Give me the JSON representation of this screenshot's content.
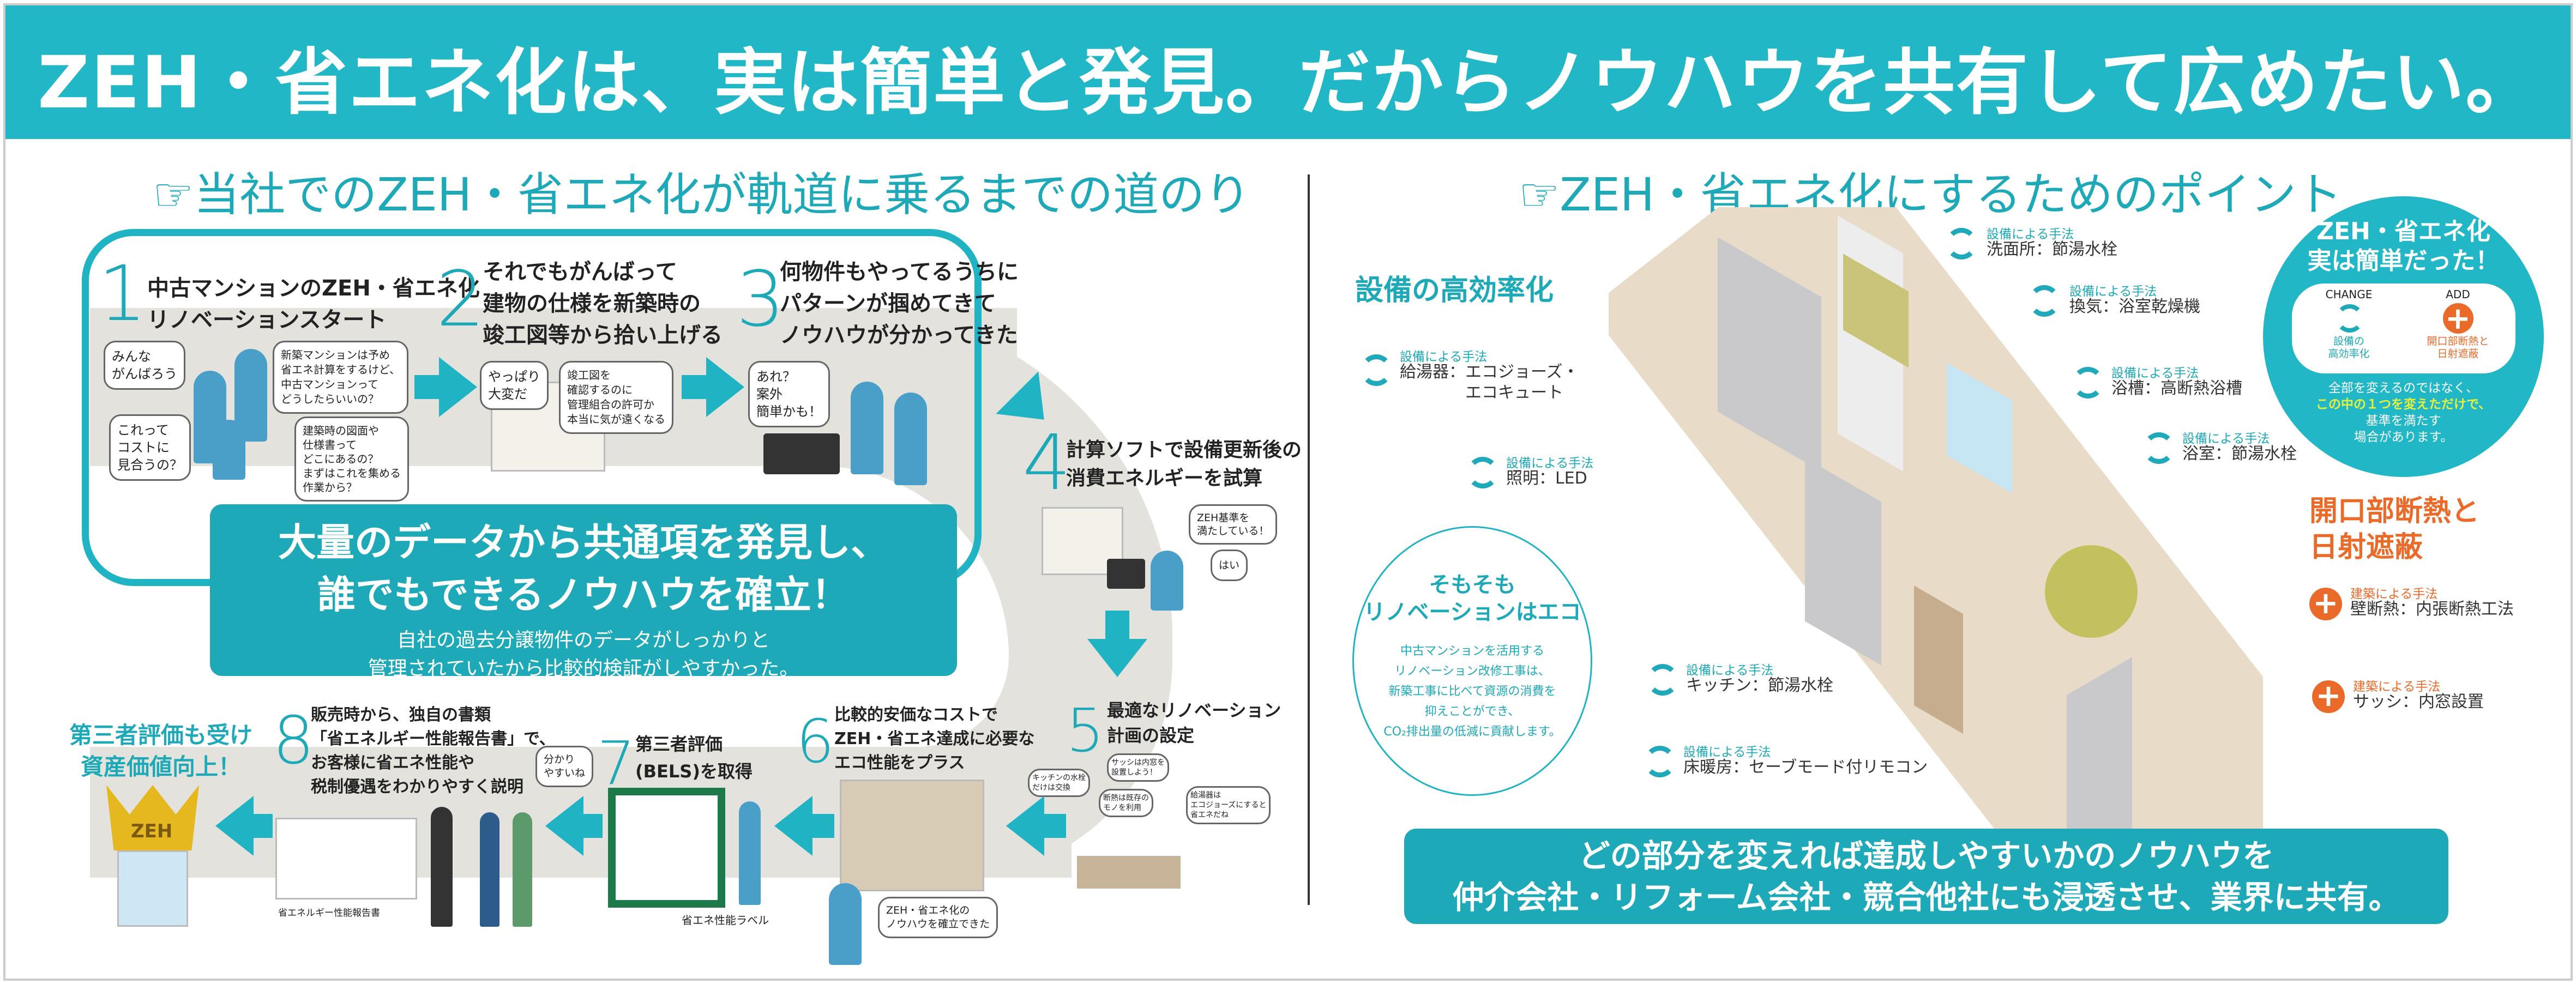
{
  "header": {
    "title": "ZEH・省エネ化は、実は簡単と発見。だからノウハウを共有して広めたい。"
  },
  "left": {
    "heading": "☞当社でのZEH・省エネ化が軌道に乗るまでの道のり",
    "steps": [
      {
        "num": "1",
        "lines": [
          "中古マンションのZEH・省エネ化",
          "リノベーションスタート"
        ]
      },
      {
        "num": "2",
        "lines": [
          "それでもがんばって",
          "建物の仕様を新築時の",
          "竣工図等から拾い上げる"
        ]
      },
      {
        "num": "3",
        "lines": [
          "何物件もやってるうちに",
          "パターンが掴めてきて",
          "ノウハウが分かってきた"
        ]
      },
      {
        "num": "4",
        "lines": [
          "計算ソフトで設備更新後の",
          "消費エネルギーを試算"
        ]
      },
      {
        "num": "5",
        "lines": [
          "最適なリノベーション",
          "計画の設定"
        ]
      },
      {
        "num": "6",
        "lines": [
          "比較的安価なコストで",
          "ZEH・省エネ達成に必要な",
          "エコ性能をプラス"
        ]
      },
      {
        "num": "7",
        "lines": [
          "第三者評価",
          "(BELS)を取得"
        ]
      },
      {
        "num": "8",
        "lines": [
          "販売時から、独自の書類",
          "「省エネルギー性能報告書」で、",
          "お客様に省エネ性能や",
          "税制優遇をわかりやすく説明"
        ]
      }
    ],
    "bubbles": {
      "s1a": [
        "みんな",
        "がんばろう"
      ],
      "s1b": [
        "新築マンションは予め",
        "省エネ計算をするけど、",
        "中古マンションって",
        "どうしたらいいの？"
      ],
      "s1c": [
        "これって",
        "コストに",
        "見合うの？"
      ],
      "s1d": [
        "建築時の図面や",
        "仕様書って",
        "どこにあるの？",
        "まずはこれを集める",
        "作業から？"
      ],
      "s2a": [
        "やっぱり",
        "大変だ"
      ],
      "s2b": [
        "竣工図を",
        "確認するのに",
        "管理組合の許可か",
        "本当に気が遠くなる"
      ],
      "s3a": [
        "あれ？",
        "案外",
        "簡単かも！"
      ],
      "s4a": [
        "ZEH基準を",
        "満たしている！"
      ],
      "s4b": [
        "はい"
      ],
      "s5a": [
        "キッチンの水栓",
        "だけは交換"
      ],
      "s5b": [
        "サッシは内窓を",
        "設置しよう！"
      ],
      "s5c": [
        "断熱は既存の",
        "モノを利用"
      ],
      "s5d": [
        "給湯器は",
        "エコジョーズにすると",
        "省エネだね"
      ],
      "s6a": [
        "ZEH・省エネ化の",
        "ノウハウを確立できた"
      ],
      "s8a": [
        "分かり",
        "やすいね"
      ]
    },
    "captions": {
      "report": "省エネルギー性能報告書",
      "label": "省エネ性能ラベル",
      "crown_text": "ZEH"
    },
    "callout": {
      "title_lines": [
        "大量のデータから共通項を発見し、",
        "誰でもできるノウハウを確立！"
      ],
      "body_lines": [
        "自社の過去分譲物件のデータがしっかりと",
        "管理されていたから比較的検証がしやすかった。"
      ]
    },
    "crown_label": [
      "第三者評価も受け",
      "資産価値向上！"
    ]
  },
  "right": {
    "heading": "☞ZEH・省エネ化にするためのポイント",
    "equipment_heading": "設備の高効率化",
    "opening_heading": [
      "開口部断熱と",
      "日射遮蔽"
    ],
    "equipment_points": [
      {
        "label": "設備による手法",
        "text": [
          "洗面所：節湯水栓"
        ]
      },
      {
        "label": "設備による手法",
        "text": [
          "換気：浴室乾燥機"
        ]
      },
      {
        "label": "設備による手法",
        "text": [
          "給湯器：エコジョーズ・",
          "　　　　エコキュート"
        ]
      },
      {
        "label": "設備による手法",
        "text": [
          "浴槽：高断熱浴槽"
        ]
      },
      {
        "label": "設備による手法",
        "text": [
          "浴室：節湯水栓"
        ]
      },
      {
        "label": "設備による手法",
        "text": [
          "照明：LED"
        ]
      },
      {
        "label": "設備による手法",
        "text": [
          "キッチン：節湯水栓"
        ]
      },
      {
        "label": "設備による手法",
        "text": [
          "床暖房：セーブモード付リモコン"
        ]
      }
    ],
    "building_points": [
      {
        "label": "建築による手法",
        "text": [
          "壁断熱：内張断熱工法"
        ]
      },
      {
        "label": "建築による手法",
        "text": [
          "サッシ：内窓設置"
        ]
      }
    ],
    "badge": {
      "title": [
        "ZEH・省エネ化",
        "実は簡単だった！"
      ],
      "change": "CHANGE",
      "add": "ADD",
      "change_desc": [
        "設備の",
        "高効率化"
      ],
      "add_desc": [
        "開口部断熱と",
        "日射遮蔽"
      ],
      "note": [
        "全部を変えるのではなく、",
        "この中の１つを変えただけで、",
        "基準を満たす",
        "場合があります。"
      ]
    },
    "eco": {
      "title": [
        "そもそも",
        "リノベーションはエコ"
      ],
      "body": [
        "中古マンションを活用する",
        "リノベーション改修工事は、",
        "新築工事に比べて資源の消費を",
        "抑えことができ、",
        "CO₂排出量の低減に貢献します。"
      ]
    },
    "bottom": [
      "どの部分を変えれば達成しやすいかのノウハウを",
      "仲介会社・リフォーム会社・競合他社にも浸透させ、業界に共有。"
    ]
  },
  "colors": {
    "teal": "#21b7c6",
    "orange": "#ea6a2a",
    "yellow": "#e8f03a",
    "band": "#e3e2dc"
  }
}
